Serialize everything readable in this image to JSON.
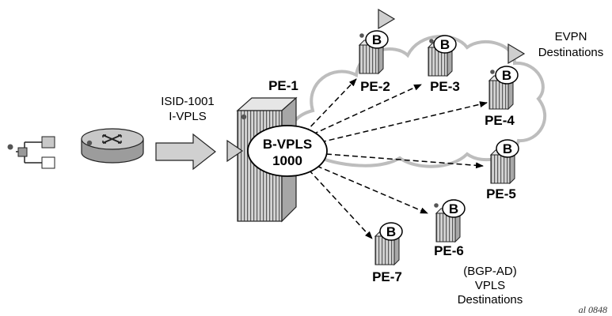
{
  "pe1": {
    "label": "PE-1",
    "bvpls_line1": "B-VPLS",
    "bvpls_line2": "1000"
  },
  "isid": {
    "line1": "ISID-1001",
    "line2": "I-VPLS"
  },
  "peers": {
    "pe2": {
      "label": "PE-2",
      "badge": "B"
    },
    "pe3": {
      "label": "PE-3",
      "badge": "B"
    },
    "pe4": {
      "label": "PE-4",
      "badge": "B"
    },
    "pe5": {
      "label": "PE-5",
      "badge": "B"
    },
    "pe6": {
      "label": "PE-6",
      "badge": "B"
    },
    "pe7": {
      "label": "PE-7",
      "badge": "B"
    }
  },
  "evpn": {
    "line1": "EVPN",
    "line2": "Destinations"
  },
  "vpls_dest": {
    "line1": "(BGP-AD)",
    "line2": "VPLS",
    "line3": "Destinations"
  },
  "figure_id": "al_0848",
  "colors": {
    "device_gray": "#c8c8c8",
    "cloud_line": "#bdbdbd",
    "arrow_fill": "#d0d0d0",
    "triangle_fill": "#cfcfcf"
  }
}
